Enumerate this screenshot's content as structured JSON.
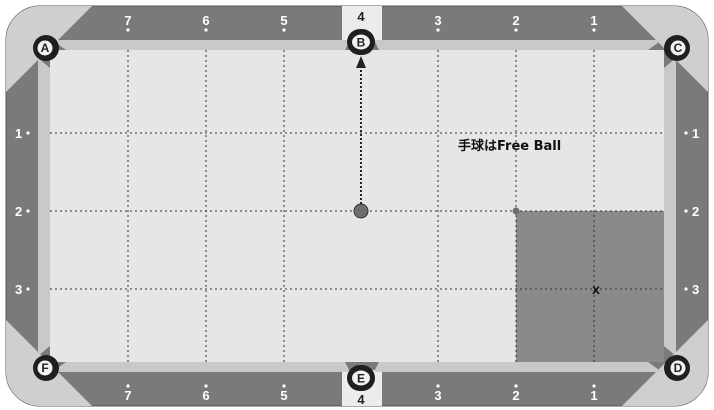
{
  "colors": {
    "rail": "#7a7a7a",
    "rail_dark": "#5f5f5f",
    "cushion": "#c9c9c9",
    "cushion_light": "#dcdcdc",
    "cloth": "#e6e6e6",
    "grid_line": "#333333",
    "zone": "#8a8a8a",
    "pocket": "#1f1f1f",
    "pocket_badge": "#f2f2f2",
    "ball": "#6e6e6e"
  },
  "diagram": {
    "top_diamonds": [
      "7",
      "6",
      "5",
      "4",
      "3",
      "2",
      "1"
    ],
    "bottom_diamonds": [
      "7",
      "6",
      "5",
      "4",
      "3",
      "2",
      "1"
    ],
    "left_diamonds": [
      "1",
      "2",
      "3"
    ],
    "right_diamonds": [
      "1",
      "2",
      "3"
    ],
    "pockets": {
      "top_left": "A",
      "top_middle": "B",
      "top_right": "C",
      "bottom_right": "D",
      "bottom_middle": "E",
      "bottom_left": "F"
    },
    "annotation": "手球はFree Ball",
    "target_mark": "x"
  }
}
